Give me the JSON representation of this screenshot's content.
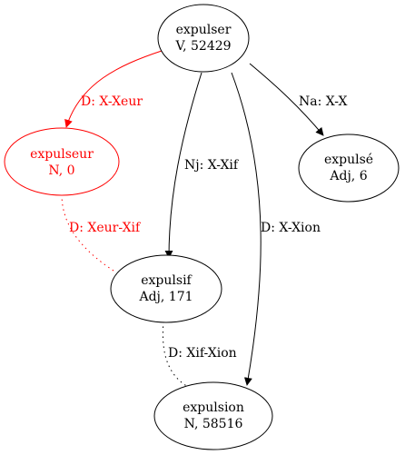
{
  "nodes": {
    "expulser": {
      "label": "expulser",
      "info": "V, 52429",
      "color": "#000000"
    },
    "expulseur": {
      "label": "expulseur",
      "info": "N, 0",
      "color": "#ff0000"
    },
    "expulsif": {
      "label": "expulsif",
      "info": "Adj, 171",
      "color": "#000000"
    },
    "expulse": {
      "label": "expulsé",
      "info": "Adj, 6",
      "color": "#000000"
    },
    "expulsion": {
      "label": "expulsion",
      "info": "N, 58516",
      "color": "#000000"
    }
  },
  "edges": {
    "expulser_expulseur": {
      "label": "D: X-Xeur",
      "color": "#ff0000",
      "style": "solid"
    },
    "expulser_expulsif": {
      "label": "Nj: X-Xif",
      "color": "#000000",
      "style": "solid"
    },
    "expulser_expulsion": {
      "label": "D: X-Xion",
      "color": "#000000",
      "style": "solid"
    },
    "expulser_expulse": {
      "label": "Na: X-X",
      "color": "#000000",
      "style": "solid"
    },
    "expulseur_expulsif": {
      "label": "D: Xeur-Xif",
      "color": "#ff0000",
      "style": "dotted"
    },
    "expulsif_expulsion": {
      "label": "D: Xif-Xion",
      "color": "#000000",
      "style": "dotted"
    }
  }
}
